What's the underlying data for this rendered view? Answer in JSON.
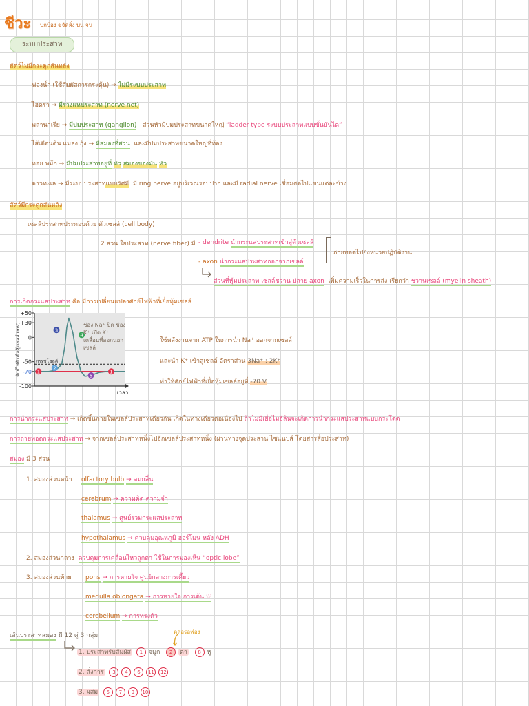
{
  "header": {
    "title": "ชีวะ",
    "title_sub": "ปกป้อง ขจัดสิ่ง บน จน",
    "section": "ระบบประสาท"
  },
  "s1": {
    "heading": "สัตว์ไม่มีกระดูกสันหลัง",
    "r1": {
      "a": "ฟองน้ำ (ใช้สัมผัสการกระตุ้น) →",
      "b": "ไม่มีระบบประสาท"
    },
    "r2": {
      "a": "ไฮดรา →",
      "b": "มีร่างแหประสาท (nerve net)"
    },
    "r3": {
      "a": "พลานาเรีย →",
      "b": "มีปมประสาท (ganglion)",
      "c": "ส่วนหัวมีปมประสาทขนาดใหญ่",
      "d": "“ladder type  ระบบประสาทแบบขั้นบันได”"
    },
    "r4": {
      "a": "ไส้เดือนดิน แมลง กุ้ง →",
      "b": "มีสมองที่ส่วน",
      "c": "และมีปมประสาทขนาดใหญ่ที่ท้อง"
    },
    "r5": {
      "a": "หอย หมึก →",
      "b": "มีปมประสาทอยู่ที่",
      "c": "หัว",
      "d": "สมองของมัน",
      "e": "หัว"
    },
    "r6": {
      "a": "ดาวทะเล →",
      "b": "มีระบบประสาท",
      "c": "แบบรัศมี",
      "d": "มี ring nerve อยู่บริเวณรอบปาก และมี radial nerve เชื่อมต่อไปแขนแต่ละข้าง"
    }
  },
  "s2": {
    "heading": "สัตว์มีกระดูกสันหลัง",
    "r1": "เซลล์ประสาทประกอบด้วย ตัวเซลล์ (cell body)",
    "r2": "2 ส่วน ใยประสาท (nerve fiber) มี",
    "dendrite": {
      "a": "- dendrite",
      "b": "นำกระแสประสาทเข้าสู่ตัวเซลล์"
    },
    "axon": {
      "a": "- axon",
      "b": "นำกระแสประสาทออกจากเซลล์"
    },
    "bracket_note": "ถ่ายทอดไปยังหน่วยปฏิบัติงาน",
    "myelin": {
      "a": "ส่วนที่หุ้มประสาท เซลล์ชวาน ปลาย axon",
      "b": "เพิ่มความเร็วในการส่ง เรียกว่า",
      "c": "ชวานเซลล์ (myelin sheath)"
    }
  },
  "s3": {
    "heading": "การเกิดกระแสประสาท",
    "heading_b": "คือ มีการเปลี่ยนแปลงศักย์ไฟฟ้าที่เยื่อหุ้มเซลล์",
    "note1": "ใช้พลังงานจาก ATP ในการนำ Na⁺ ออกจากเซลล์",
    "note2": "และนำ K⁺ เข้าสู่เซลล์ อัตราส่วน",
    "ratio": "3Na⁺ : 2K⁺",
    "note3": "ทำให้ศักย์ไฟฟ้าที่เยื่อหุ้มเซลล์อยู่ที่",
    "resting": "-70 V"
  },
  "chart_data": {
    "type": "line",
    "ylabel": "ศักย์ไฟฟ้าเยื่อหุ้มเซลล์ (mV)",
    "xlabel": "เวลา",
    "yticks": [
      "+50",
      "+30",
      "0",
      "-50",
      "-70",
      "-100"
    ],
    "ylim": [
      -100,
      50
    ],
    "threshold_label": "เทรชโฮลด์",
    "threshold": -55,
    "resting": -70,
    "annotation": "ช่อง Na⁺ ปิด ช่อง K⁺ เปิด K⁺ เคลื่อนที่ออกนอกเซลล์",
    "phase_labels": [
      "1",
      "2",
      "3",
      "4",
      "5",
      "1"
    ],
    "phase_colors": [
      "#e0304a",
      "#5aa0d8",
      "#3b4ea8",
      "#3aa65a",
      "#8a4ab0",
      "#e0304a"
    ],
    "series": [
      {
        "x": [
          0,
          10,
          14,
          20,
          24,
          27,
          30,
          32,
          34,
          38,
          42,
          46,
          50,
          56,
          64,
          72,
          90
        ],
        "y": [
          -70,
          -70,
          -70,
          -68,
          -62,
          -55,
          -20,
          20,
          40,
          10,
          -40,
          -70,
          -80,
          -78,
          -72,
          -70,
          -70
        ]
      }
    ]
  },
  "s4": {
    "line1": {
      "a": "การนำกระแสประสาท",
      "b": "→ เกิดขึ้นภายในเซลล์ประสาทเดียวกัน เกิดในทางเดียวต่อเนื่องไป",
      "c": "ถ้าไม่มีเยื่อไมอีลินจะเกิดการนำกระแสประสาทแบบกระโดด"
    },
    "line2": {
      "a": "การถ่ายทอดกระแสประสาท",
      "b": "→ จากเซลล์ประสาทหนึ่งไปอีกเซลล์ประสาทหนึ่ง (ผ่านทางจุดประสาน ไซแนปส์ โดยสารสื่อประสาท)"
    }
  },
  "s5": {
    "heading": "สมอง",
    "heading_b": "มี 3 ส่วน",
    "front_label": "1. สมองส่วนหน้า",
    "f1": {
      "a": "olfactory bulb",
      "b": "→ ดมกลิ่น"
    },
    "f2": {
      "a": "cerebrum",
      "b": "→ ความคิด ความจำ"
    },
    "f3": {
      "a": "thalamus",
      "b": "→ ศูนย์รวมกระแสประสาท"
    },
    "f4": {
      "a": "hypothalamus",
      "b": "→ ควบคุมอุณหภูมิ ฮอร์โมน หลั่ง ADH"
    },
    "mid": {
      "a": "2. สมองส่วนกลาง",
      "b": "ควบคุมการเคลื่อนไหวลูกตา ใช้ในการมองเห็น “optic lobe”"
    },
    "hind_label": "3. สมองส่วนท้าย",
    "h1": {
      "a": "pons",
      "b": "→ การหายใจ ศูนย์กลางการเคี้ยว"
    },
    "h2": {
      "a": "medulla oblongata",
      "b": "→ การหายใจ การเต้น ♡"
    },
    "h3": {
      "a": "cerebellum",
      "b": "→ การทรงตัว"
    }
  },
  "s6": {
    "heading": "เส้นประสาทสมอง",
    "heading_b": "มี 12 คู่  3 กลุ่ม",
    "callout": "คลอรอฟอง",
    "g1": {
      "a": "1. ประสาทรับสัมผัส",
      "n1": "1",
      "w1": "จมูก",
      "n2": "2",
      "w2": "ตา",
      "n3": "8",
      "w3": "หู"
    },
    "g2": {
      "a": "2. สั่งการ",
      "nums": [
        "3",
        "4",
        "6",
        "11",
        "12"
      ]
    },
    "g3": {
      "a": "3. ผสม",
      "nums": [
        "5",
        "7",
        "9",
        "10"
      ]
    }
  }
}
